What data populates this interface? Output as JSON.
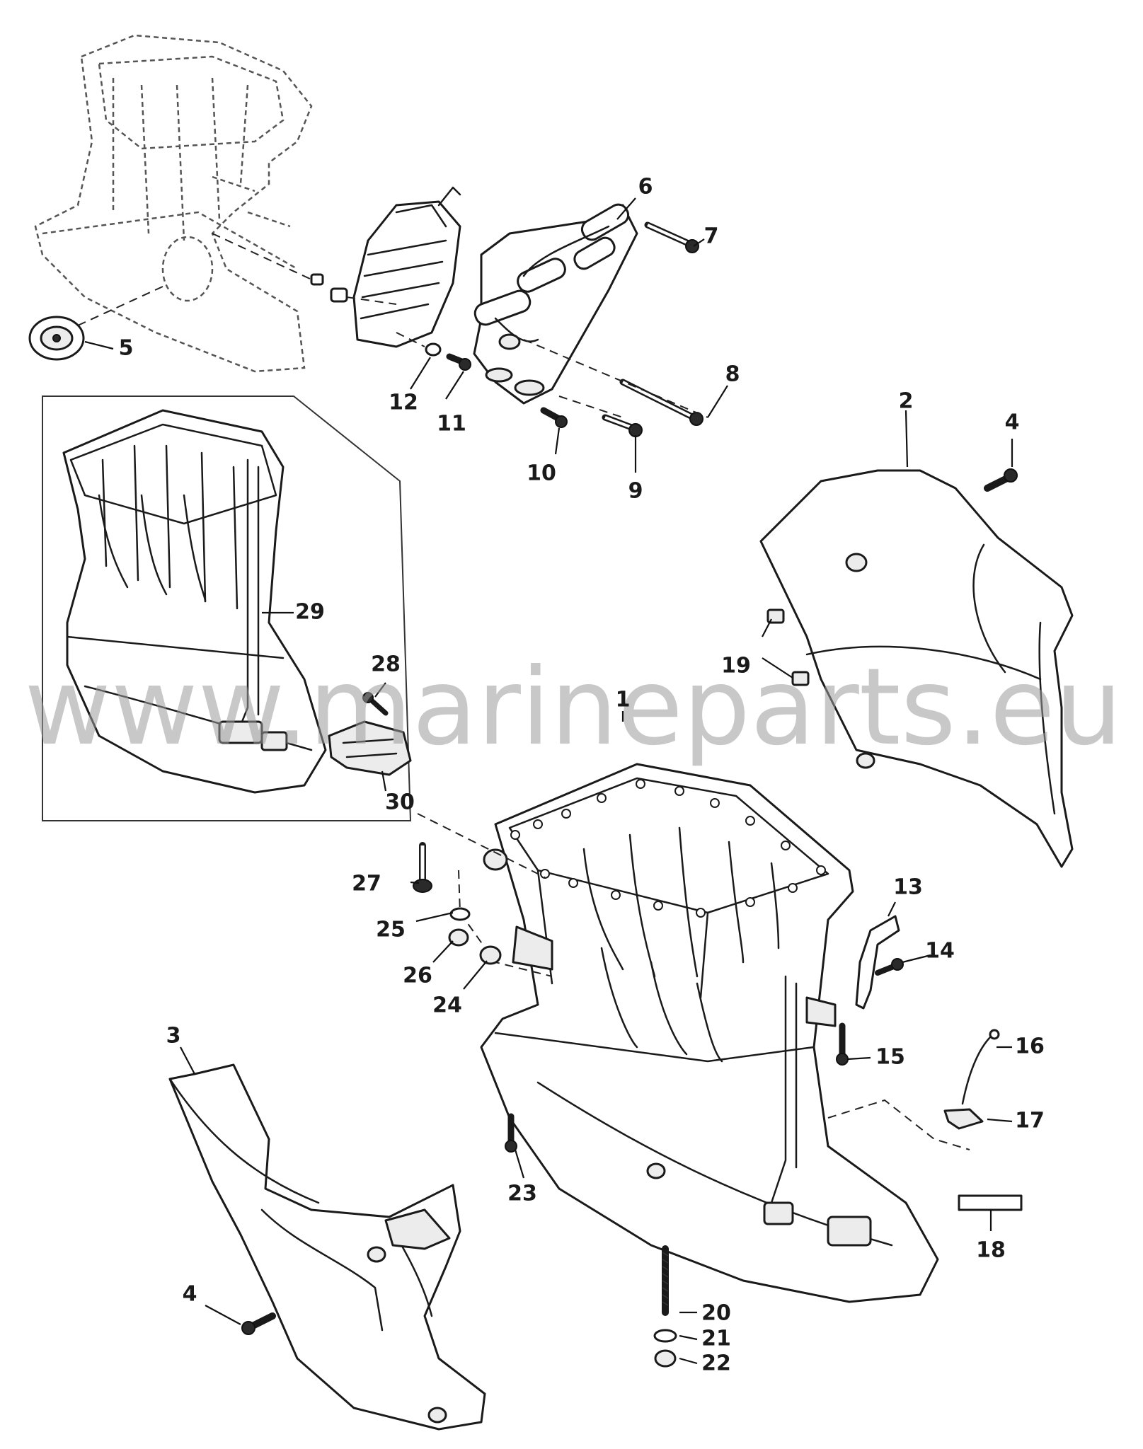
{
  "watermark": "www.marineparts.eu",
  "callouts": [
    {
      "id": "callout-1",
      "label": "1"
    },
    {
      "id": "callout-2",
      "label": "2"
    },
    {
      "id": "callout-3",
      "label": "3"
    },
    {
      "id": "callout-4a",
      "label": "4"
    },
    {
      "id": "callout-4b",
      "label": "4"
    },
    {
      "id": "callout-5",
      "label": "5"
    },
    {
      "id": "callout-6",
      "label": "6"
    },
    {
      "id": "callout-7",
      "label": "7"
    },
    {
      "id": "callout-8",
      "label": "8"
    },
    {
      "id": "callout-9",
      "label": "9"
    },
    {
      "id": "callout-10",
      "label": "10"
    },
    {
      "id": "callout-11",
      "label": "11"
    },
    {
      "id": "callout-12",
      "label": "12"
    },
    {
      "id": "callout-13",
      "label": "13"
    },
    {
      "id": "callout-14",
      "label": "14"
    },
    {
      "id": "callout-15",
      "label": "15"
    },
    {
      "id": "callout-16",
      "label": "16"
    },
    {
      "id": "callout-17",
      "label": "17"
    },
    {
      "id": "callout-18",
      "label": "18"
    },
    {
      "id": "callout-19",
      "label": "19"
    },
    {
      "id": "callout-20",
      "label": "20"
    },
    {
      "id": "callout-21",
      "label": "21"
    },
    {
      "id": "callout-22",
      "label": "22"
    },
    {
      "id": "callout-23",
      "label": "23"
    },
    {
      "id": "callout-24",
      "label": "24"
    },
    {
      "id": "callout-25",
      "label": "25"
    },
    {
      "id": "callout-26",
      "label": "26"
    },
    {
      "id": "callout-27",
      "label": "27"
    },
    {
      "id": "callout-28",
      "label": "28"
    },
    {
      "id": "callout-29",
      "label": "29"
    },
    {
      "id": "callout-30",
      "label": "30"
    }
  ]
}
